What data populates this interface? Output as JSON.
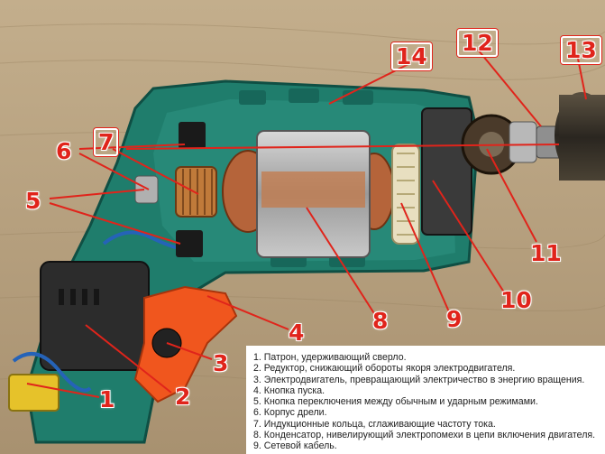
{
  "labels": {
    "l1": "1",
    "l2": "2",
    "l3": "3",
    "l4": "4",
    "l5": "5",
    "l6": "6",
    "l7": "7",
    "l8": "8",
    "l9": "9",
    "l10": "10",
    "l11": "11",
    "l12": "12",
    "l13": "13",
    "l14": "14"
  },
  "legend": {
    "items": [
      "1.  Патрон, удерживающий сверло.",
      "2.  Редуктор, снижающий обороты якоря электродвигателя.",
      "3.  Электродвигатель, превращающий электричество в энергию вращения.",
      "4.  Кнопка пуска.",
      "5.  Кнопка переключения между обычным и ударным режимами.",
      "6.  Корпус дрели.",
      "7.  Индукционные кольца, сглаживающие частоту тока.",
      "8.  Конденсатор, нивелирующий электропомехи в цепи включения двигателя.",
      "9.  Сетевой кабель."
    ]
  },
  "colors": {
    "label_red": "#e0241b",
    "housing_green": "#1f7d6c",
    "trigger_orange": "#f0561e",
    "wood": "#b7a27f"
  }
}
